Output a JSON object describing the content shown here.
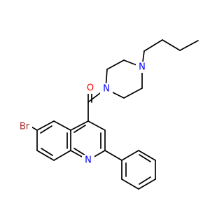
{
  "atoms": {
    "bromine": {
      "symbol": "Br",
      "color": "#a52a2a"
    },
    "oxygen": {
      "symbol": "O",
      "color": "#ff0000"
    },
    "piperazine_n1": {
      "symbol": "N",
      "color": "#0000ff"
    },
    "piperazine_n4": {
      "symbol": "N",
      "color": "#0000ff"
    },
    "quinoline_n": {
      "symbol": "N",
      "color": "#0000ff"
    }
  },
  "colors": {
    "bond": "#000000",
    "background": "#ffffff"
  }
}
